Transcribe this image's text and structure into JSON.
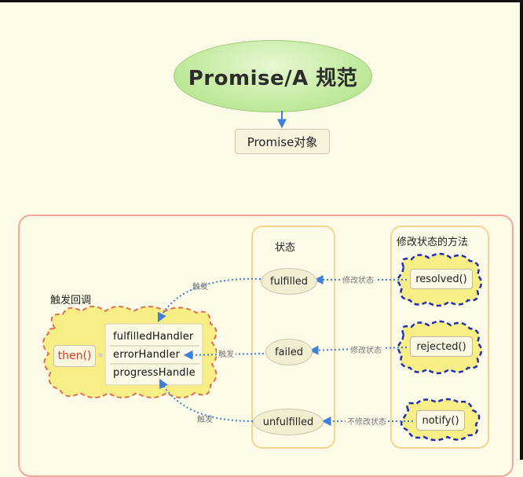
{
  "title": "Promise/A 规范",
  "promise_node": "Promise对象",
  "trigger_heading": "触发回调",
  "state_heading": "状态",
  "methods_heading": "修改状态的方法",
  "then_label": "then()",
  "handlers": [
    "fulfilledHandler",
    "errorHandler",
    "progressHandle"
  ],
  "states": [
    "fulfilled",
    "failed",
    "unfulfilled"
  ],
  "methods": [
    "resolved()",
    "rejected()",
    "notify()"
  ],
  "edge_labels": {
    "resolved_to_fulfilled": "修改状态",
    "rejected_to_failed": "修改状态",
    "notify_to_unfulfilled": "不修改状态",
    "fulfilled_trigger": "触发",
    "failed_trigger": "触发",
    "unfulfilled_trigger": "触发"
  },
  "colors": {
    "title_oval": "#c3eaa0",
    "outer_border": "#f2a795",
    "column_border": "#f5d48e",
    "cloud_fill": "#f7ef86",
    "cloud_dash_then": "#e06f52",
    "cloud_dash_method": "#1f2fb4",
    "arrow_blue": "#3d7fd9",
    "then_text": "#d43a2a"
  }
}
